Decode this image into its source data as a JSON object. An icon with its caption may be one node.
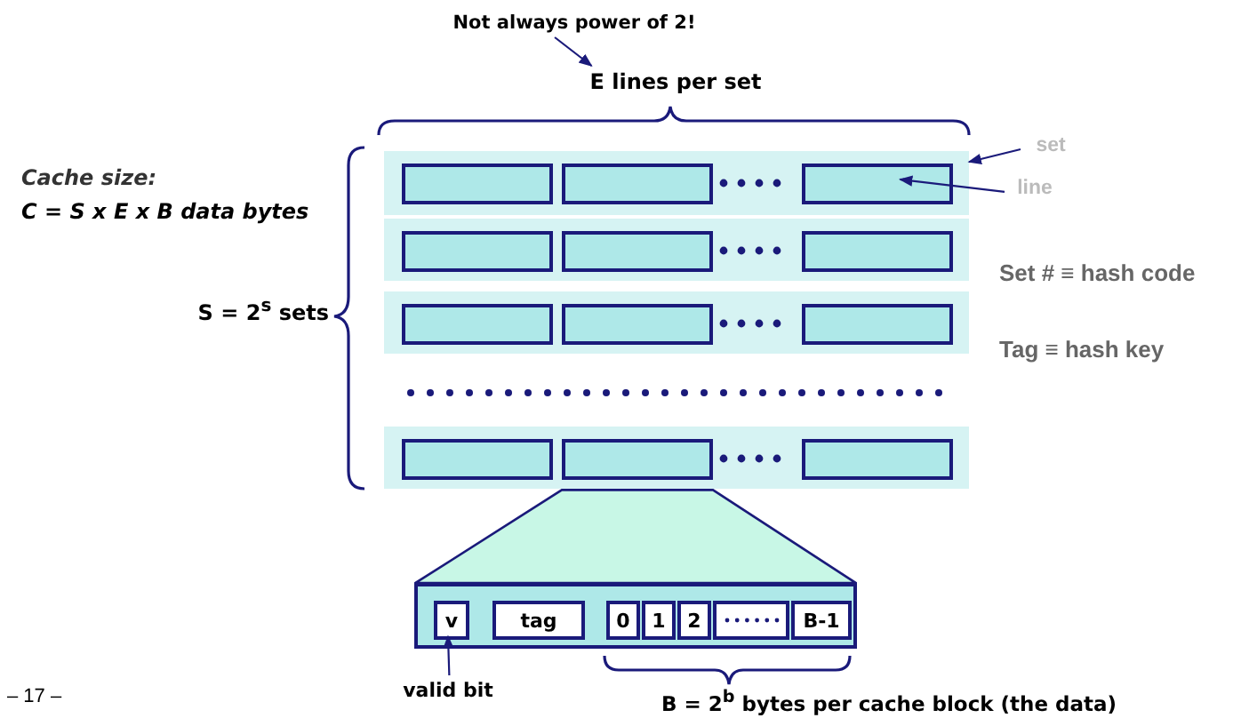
{
  "diagram": {
    "nodes": [
      {
        "text": [
          "Not always power of 2!"
        ]
      },
      {
        "text": [
          "E lines per set"
        ]
      },
      {
        "text": [
          "set"
        ]
      },
      {
        "text": [
          "line"
        ]
      },
      {
        "text": [],
        "shape": "bar"
      },
      {
        "text": [],
        "shape": "box",
        "in": 4
      },
      {
        "text": [],
        "shape": "box",
        "in": 4
      },
      {
        "text": [],
        "shape": "box",
        "in": 4
      },
      {
        "text": [],
        "shape": "bar"
      },
      {
        "text": [],
        "shape": "box",
        "in": 8
      },
      {
        "text": [],
        "shape": "box",
        "in": 8
      },
      {
        "text": [],
        "shape": "box",
        "in": 8
      },
      {
        "text": [],
        "shape": "bar"
      },
      {
        "text": [],
        "shape": "box",
        "in": 12
      },
      {
        "text": [],
        "shape": "box",
        "in": 12
      },
      {
        "text": [],
        "shape": "box",
        "in": 12
      },
      {
        "text": [],
        "shape": "bar"
      },
      {
        "text": [],
        "shape": "box",
        "in": 16
      },
      {
        "text": [],
        "shape": "box",
        "in": 16
      },
      {
        "text": [],
        "shape": "box",
        "in": 16
      },
      {
        "text": [],
        "shape": "box"
      },
      {
        "text": [
          "v"
        ],
        "in": 20
      },
      {
        "text": [
          "tag"
        ],
        "in": 20
      },
      {
        "text": [
          "0"
        ],
        "in": 20
      },
      {
        "text": [
          "1"
        ],
        "in": 20
      },
      {
        "text": [
          "2"
        ],
        "in": 20
      },
      {
        "text": [],
        "shape": "box",
        "in": 20
      },
      {
        "text": [
          "B-1"
        ],
        "in": 20
      },
      {
        "text": [
          "valid bit"
        ]
      },
      {
        "text": [],
        "shape": "trapezoid"
      }
    ],
    "edges": [
      {
        "from": 0,
        "to": 1,
        "arrow": "to"
      },
      {
        "from": 2,
        "to": 4,
        "arrow": "to"
      },
      {
        "from": 3,
        "to": 7,
        "arrow": "to"
      },
      {
        "from": 28,
        "to": 21,
        "arrow": "to"
      }
    ],
    "labels": [
      "Cache size:",
      "C = S x E x B data bytes",
      "S = 2$^{s}$ sets",
      "Set # ≡ hash code",
      "Tag ≡ hash key",
      "B = 2$^{b}$ bytes per cache block (the data)",
      "– 17 –"
    ]
  }
}
